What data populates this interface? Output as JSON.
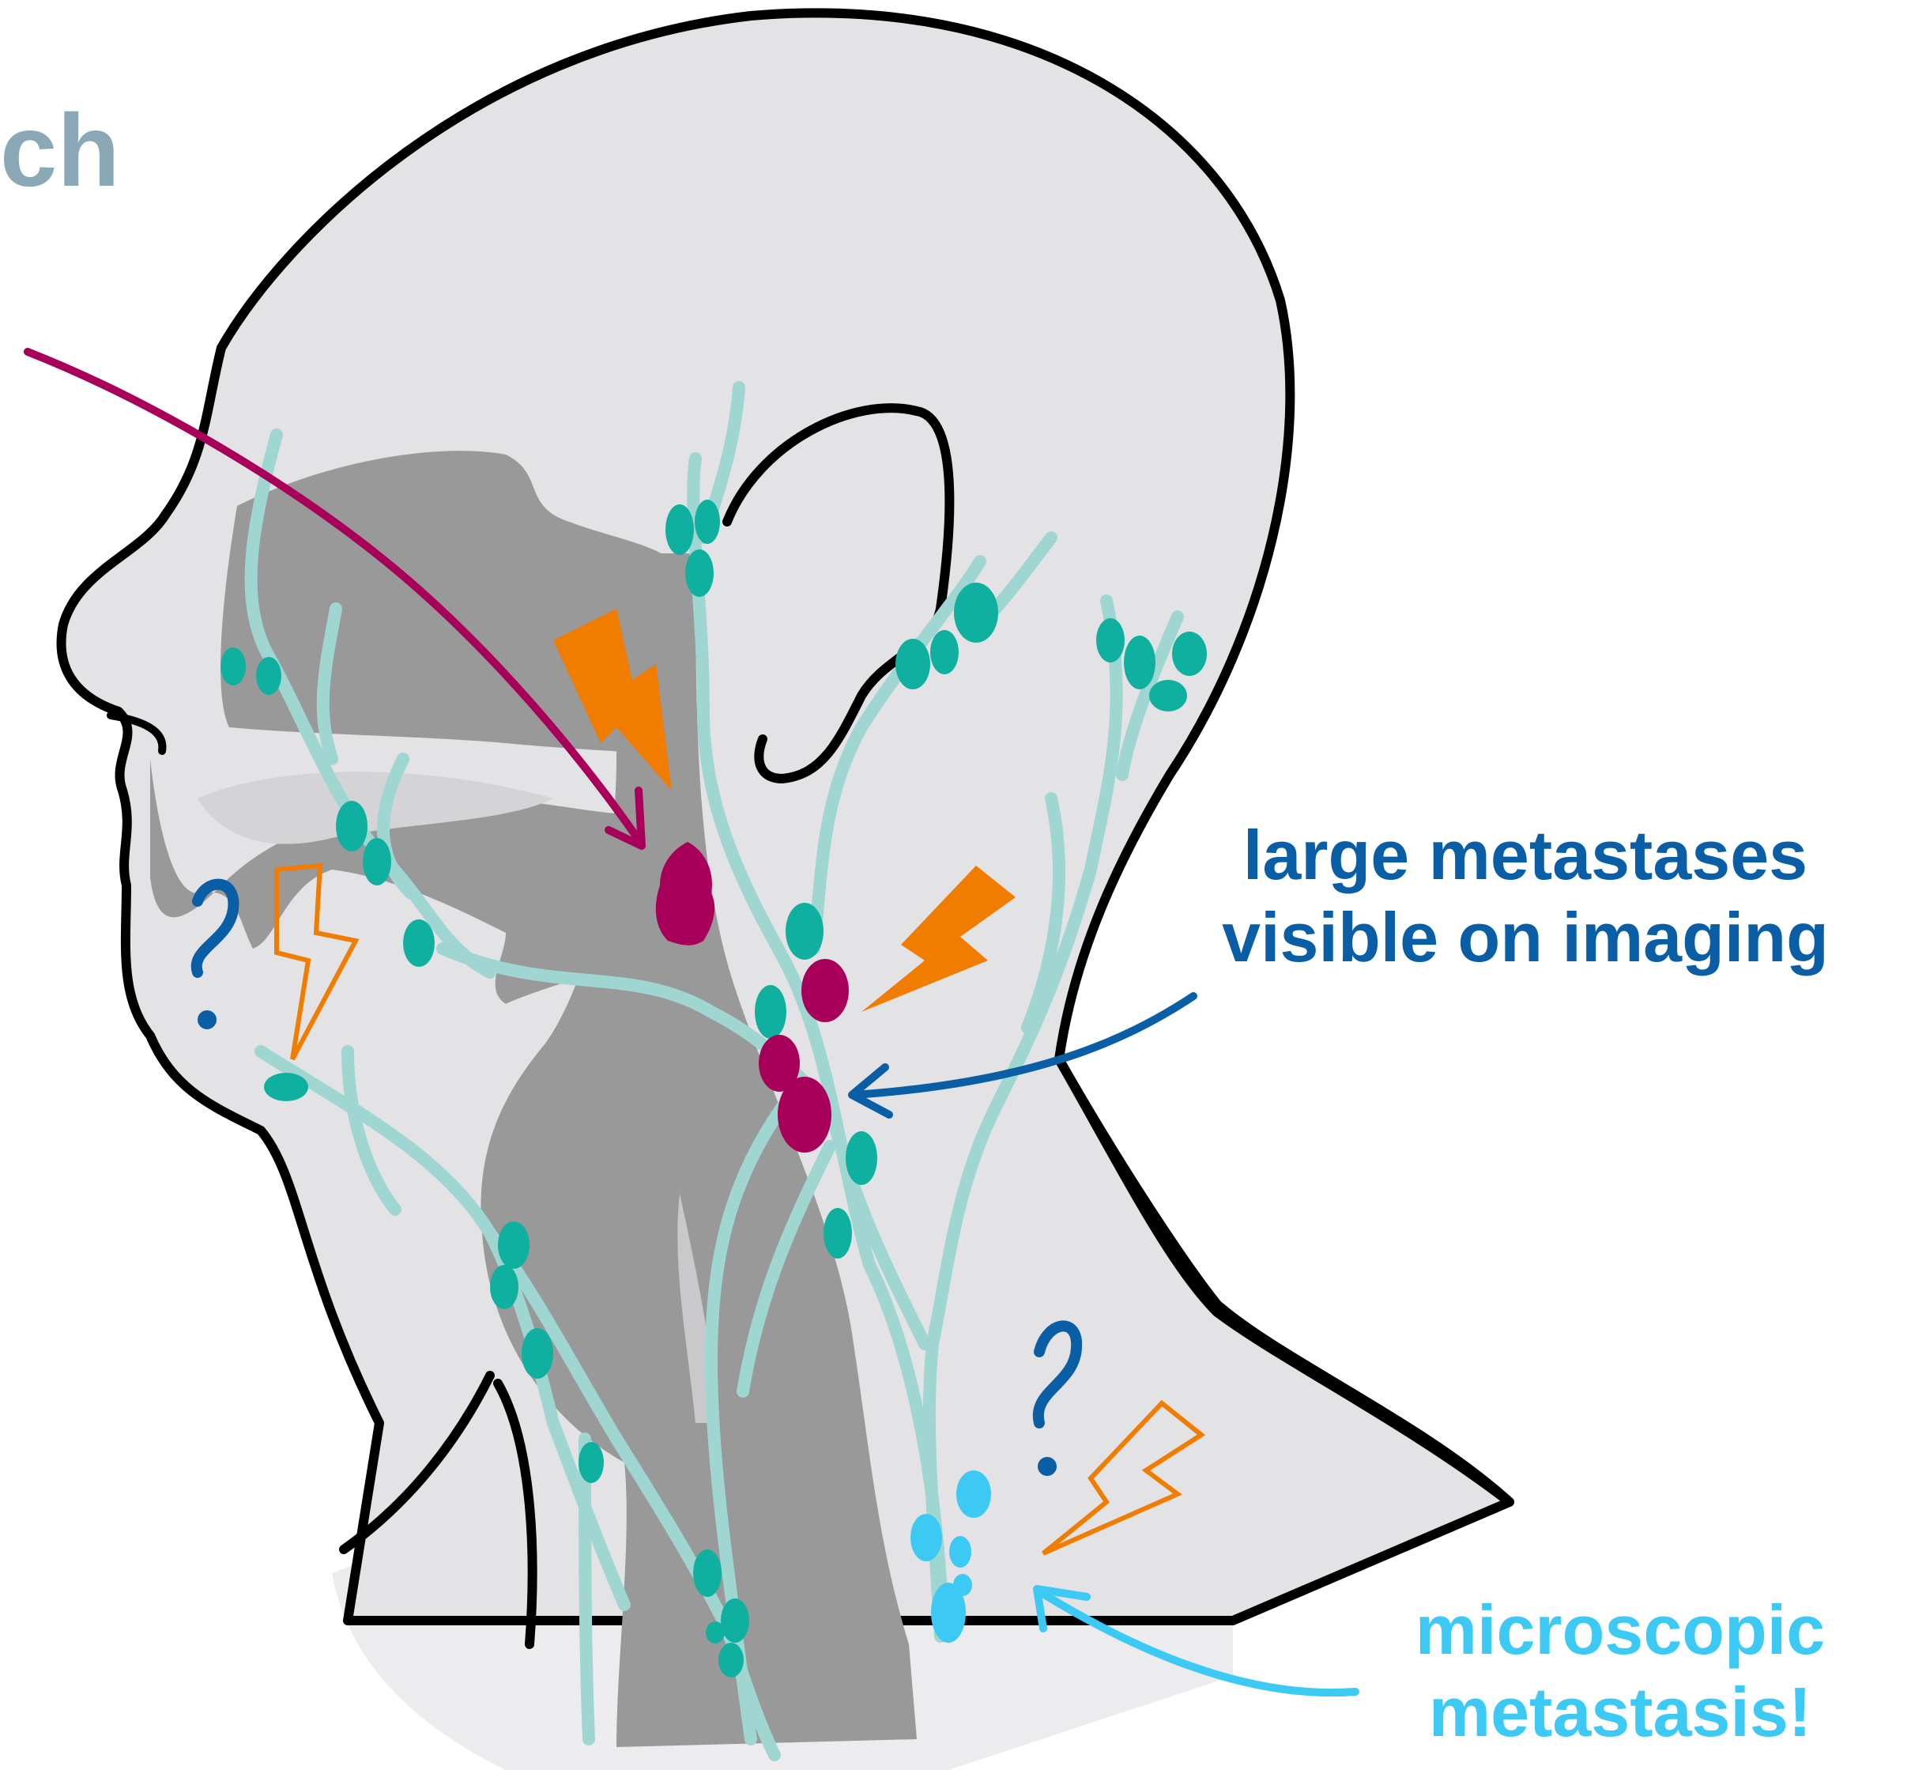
{
  "labels": {
    "title_fragment": "ch",
    "large_metastases_line1": "large metastases",
    "large_metastases_line2": "visible on imaging",
    "microscopic_line1": "microscopic",
    "microscopic_line2": "metastasis!"
  },
  "colors": {
    "head_fill": "#e3e3e5",
    "head_outline": "#000000",
    "anatomy_gray": "#999999",
    "lymph_vessel": "#9fd6d2",
    "lymph_node": "#10b0a0",
    "tumor_primary": "#a8005a",
    "large_metastasis": "#a8005a",
    "micro_metastasis": "#3cc9f4",
    "lightning": "#f07c00",
    "question_mark": "#0a5ea6",
    "arrow_large": "#0a5ea6",
    "arrow_micro": "#3cc9f4",
    "title_fragment": "#8aa8b6"
  }
}
